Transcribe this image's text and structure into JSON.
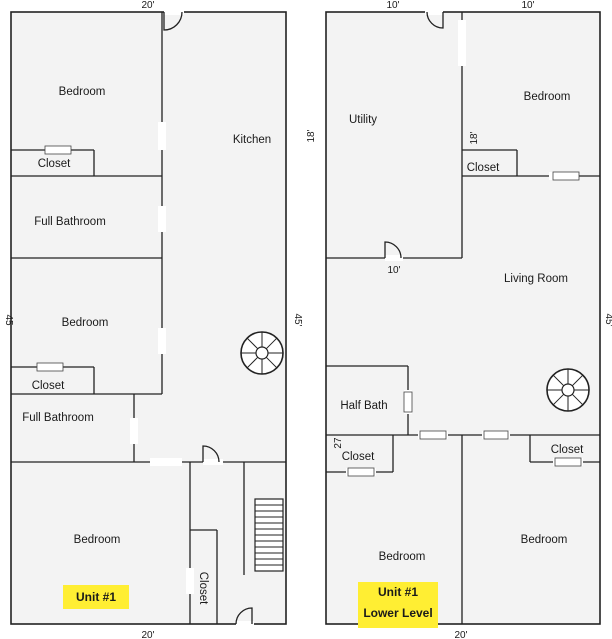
{
  "units": [
    {
      "name": "Unit #1",
      "dims": {
        "top": "20'",
        "bottom": "20'",
        "left": "45",
        "right": "45'"
      },
      "rooms": {
        "bedroom_1": "Bedroom",
        "closet_1": "Closet",
        "kitchen": "Kitchen",
        "full_bath_1": "Full Bathroom",
        "bedroom_2": "Bedroom",
        "closet_2": "Closet",
        "full_bath_2": "Full Bathroom",
        "bedroom_3": "Bedroom",
        "closet_3": "Closet"
      }
    },
    {
      "name_line1": "Unit #1",
      "name_line2": "Lower Level",
      "dims": {
        "top_left": "10'",
        "top_right": "10'",
        "utility_side": "18'",
        "bedroom_side": "18'",
        "utility_bottom": "10'",
        "right": "45'",
        "halfbath_side": "27",
        "bottom": "20'"
      },
      "rooms": {
        "utility": "Utility",
        "bedroom_1": "Bedroom",
        "closet_1": "Closet",
        "living_room": "Living Room",
        "half_bath": "Half Bath",
        "closet_2": "Closet",
        "closet_3": "Closet",
        "bedroom_2": "Bedroom",
        "bedroom_3": "Bedroom"
      }
    }
  ],
  "colors": {
    "wall": "#222222",
    "floor": "#f3f3f3",
    "highlight": "#ffee33"
  }
}
